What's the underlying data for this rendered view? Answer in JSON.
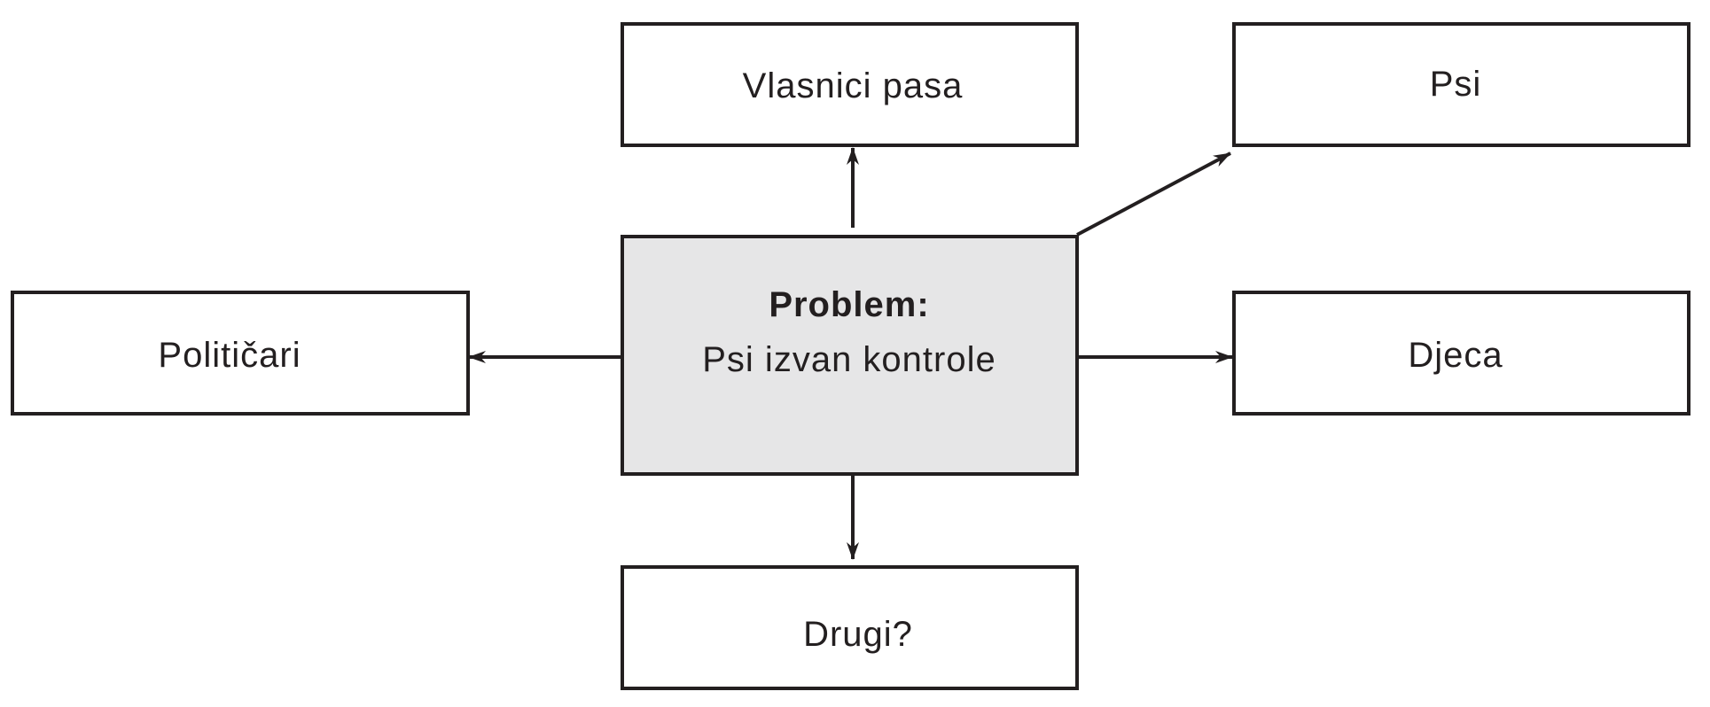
{
  "diagram": {
    "center": {
      "title": "Problem:",
      "subtitle": "Psi izvan kontrole"
    },
    "nodes": {
      "top": "Vlasnici pasa",
      "top_right": "Psi",
      "left": "Političari",
      "right": "Djeca",
      "bottom": "Drugi?"
    }
  },
  "colors": {
    "stroke": "#231f20",
    "center_fill": "#e6e6e7",
    "box_fill": "#ffffff"
  }
}
